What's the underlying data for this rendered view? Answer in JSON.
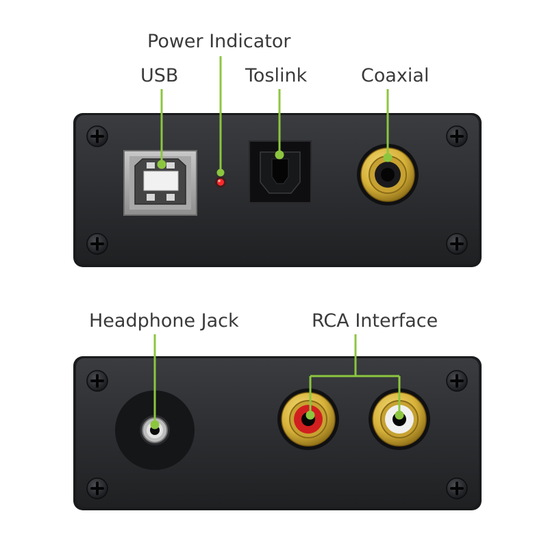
{
  "labels": {
    "power_indicator": "Power Indicator",
    "usb": "USB",
    "toslink": "Toslink",
    "coaxial": "Coaxial",
    "headphone_jack": "Headphone Jack",
    "rca_interface": "RCA Interface"
  },
  "colors": {
    "background": "#ffffff",
    "panel": "#2b2d30",
    "callout_line": "#8cc63f",
    "label_text": "#3a3a3a",
    "gold": "#d7b23a",
    "rca_left_insulator": "#d11f1f",
    "rca_right_insulator": "#f0f0f0",
    "power_led": "#e01010"
  },
  "icons": {
    "screw": "phillips-screw-icon",
    "usb_b_port": "usb-b-port-icon",
    "optical_port": "toslink-port-icon",
    "rca_jack": "rca-jack-icon",
    "headphone_jack": "headphone-jack-icon",
    "led": "led-icon"
  }
}
